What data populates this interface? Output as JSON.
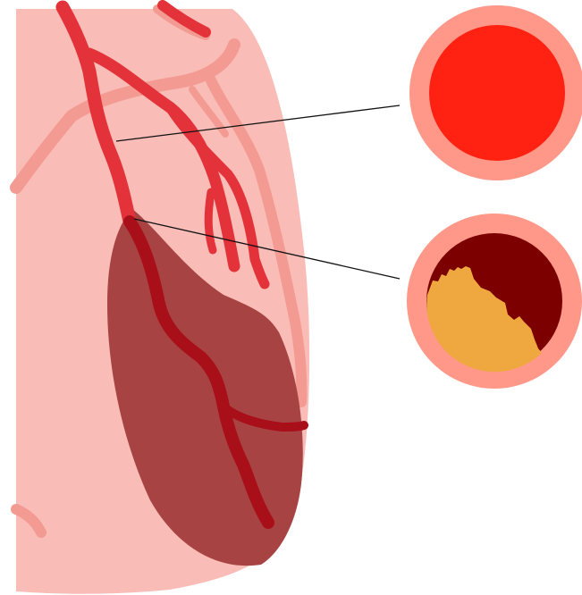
{
  "diagram": {
    "subject": "coronary-artery-blockage",
    "colors": {
      "background": "#ffffff",
      "heart_muscle": "#f9bcb7",
      "heart_surface_vessel": "#f39a92",
      "artery": "#e3323a",
      "artery_dark": "#a90f19",
      "infarct_zone": "#a84343",
      "vessel_wall": "#ff9888",
      "healthy_lumen_blood": "#ff2111",
      "blocked_lumen_blood": "#7c0000",
      "plaque": "#efa840",
      "leader_line": "#111111"
    },
    "callouts": [
      {
        "id": "healthy-artery",
        "state": "open",
        "plaque_fraction": 0.0
      },
      {
        "id": "blocked-artery",
        "state": "blocked",
        "plaque_fraction": 0.55
      }
    ]
  }
}
